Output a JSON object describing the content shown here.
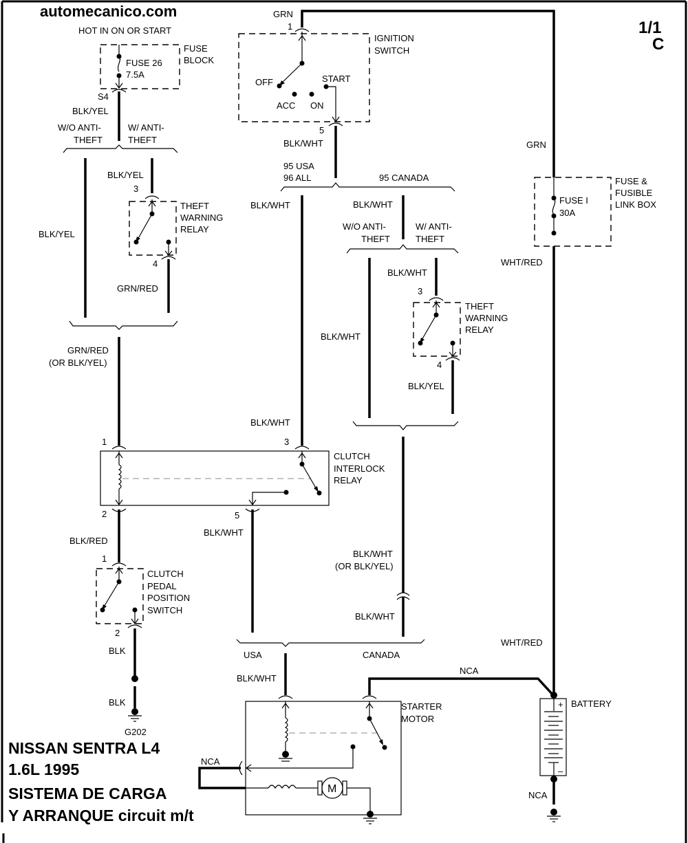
{
  "header": {
    "site": "automecanico.com",
    "page_number": "1/1",
    "page_letter": "C"
  },
  "title_block": {
    "lines": [
      "NISSAN SENTRA L4",
      "1.6L 1995",
      "SISTEMA DE CARGA",
      "Y ARRANQUE circuit m/t"
    ]
  },
  "labels": {
    "hot_in": "HOT IN ON OR START",
    "fuse_block": [
      "FUSE",
      "BLOCK"
    ],
    "fuse26": [
      "FUSE 26",
      "7.5A"
    ],
    "s4": "S4",
    "blk_yel": "BLK/YEL",
    "wo_anti": [
      "W/O ANTI-",
      "THEFT"
    ],
    "w_anti": [
      "W/ ANTI-",
      "THEFT"
    ],
    "pin1": "1",
    "pin2": "2",
    "pin3": "3",
    "pin4": "4",
    "pin5": "5",
    "theft_relay": [
      "THEFT",
      "WARNING",
      "RELAY"
    ],
    "grn_red": "GRN/RED",
    "grn_red_or": [
      "GRN/RED",
      "(OR BLK/YEL)"
    ],
    "grn": "GRN",
    "ignition": [
      "IGNITION",
      "SWITCH"
    ],
    "off": "OFF",
    "acc": "ACC",
    "on": "ON",
    "start": "START",
    "blk_wht": "BLK/WHT",
    "usa95": [
      "95 USA",
      "96 ALL"
    ],
    "canada95": "95 CANADA",
    "fuse_link_box": [
      "FUSE &",
      "FUSIBLE",
      "LINK BOX"
    ],
    "fuse_i": [
      "FUSE I",
      "30A"
    ],
    "wht_red": "WHT/RED",
    "clutch_relay": [
      "CLUTCH",
      "INTERLOCK",
      "RELAY"
    ],
    "blk_red": "BLK/RED",
    "clutch_switch": [
      "CLUTCH",
      "PEDAL",
      "POSITION",
      "SWITCH"
    ],
    "blk": "BLK",
    "g202": "G202",
    "blk_wht_or": [
      "BLK/WHT",
      "(OR BLK/YEL)"
    ],
    "usa": "USA",
    "canada": "CANADA",
    "nca": "NCA",
    "starter": [
      "STARTER",
      "MOTOR"
    ],
    "battery": "BATTERY",
    "plus": "+",
    "minus": "–",
    "motor_m": "M"
  }
}
